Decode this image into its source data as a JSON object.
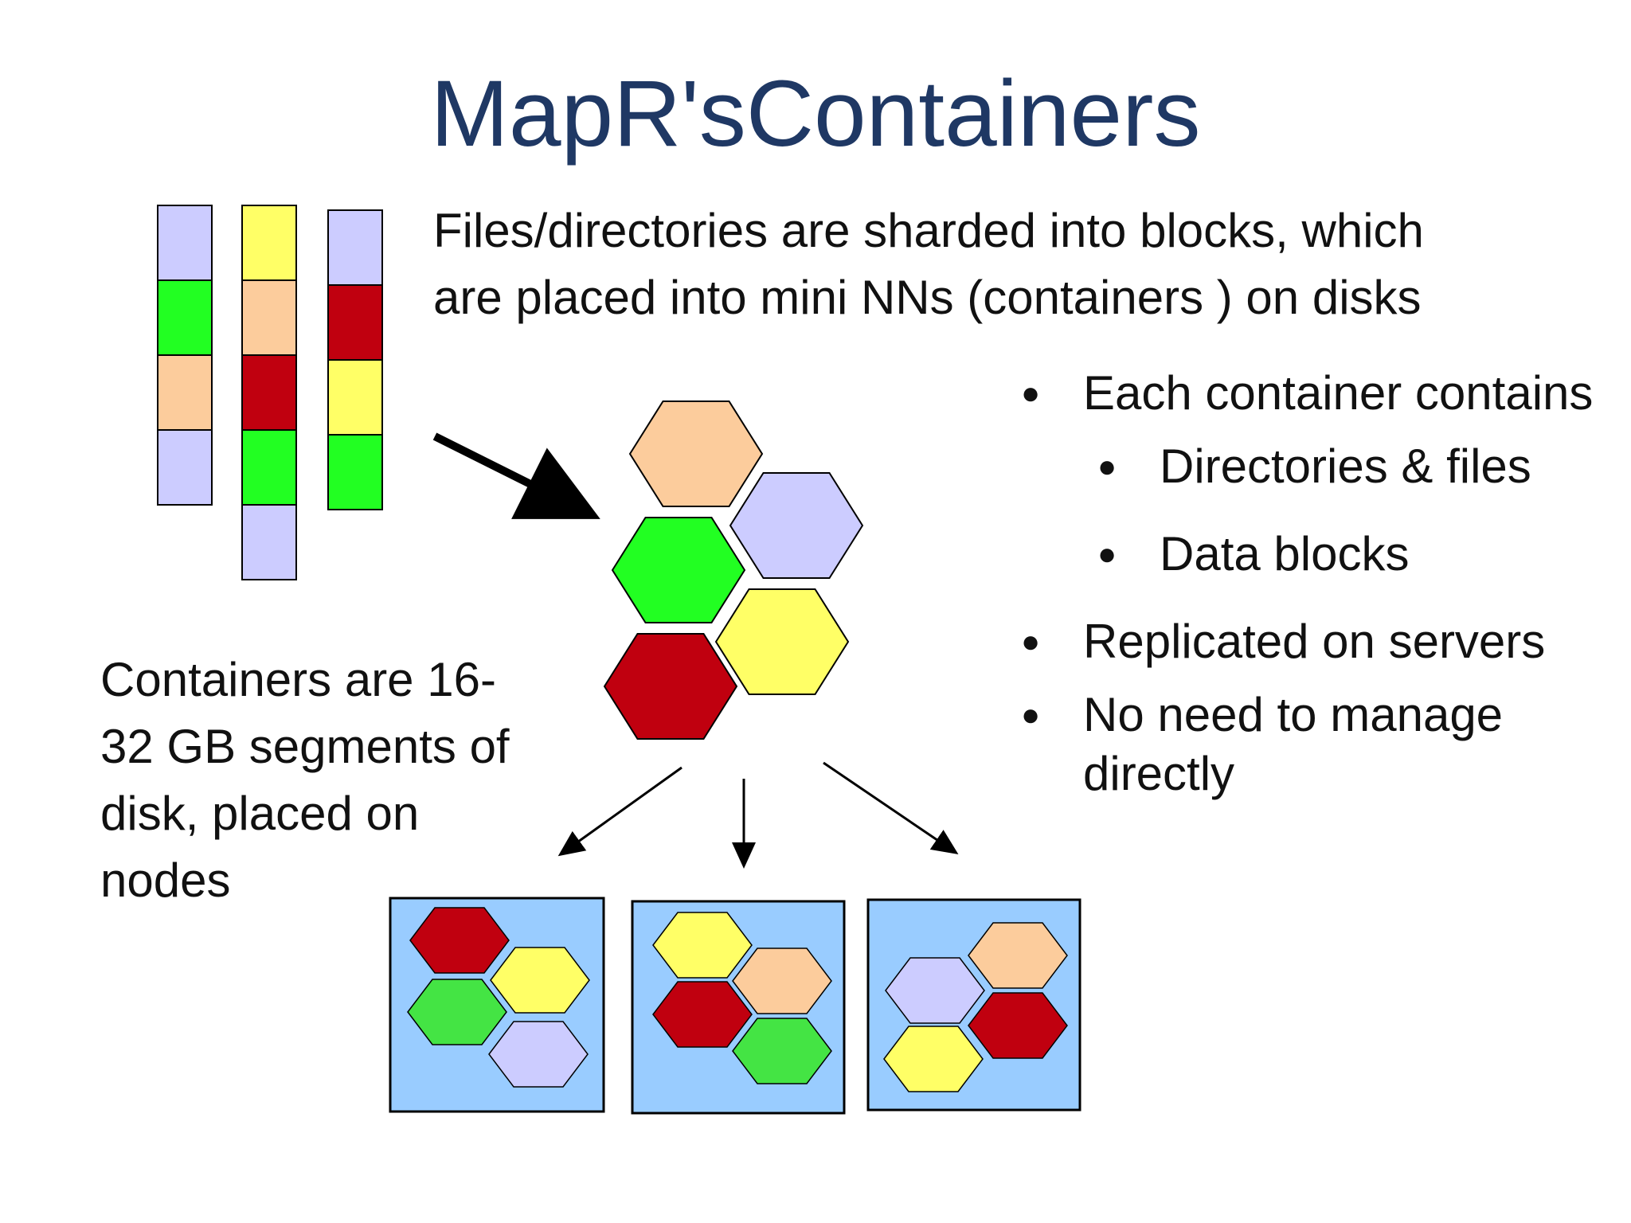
{
  "slide": {
    "title": "MapR'sContainers",
    "intro_lines": [
      "Files/directories are sharded into blocks, which",
      "are placed into mini NNs (containers ) on disks"
    ],
    "size_lines": [
      "Containers are 16-",
      "32 GB segments of",
      "disk, placed on",
      "nodes"
    ],
    "bullets": [
      {
        "text": "Each container contains"
      },
      {
        "text": "Directories & files"
      },
      {
        "text": "Data blocks"
      },
      {
        "text": "Replicated on servers"
      },
      {
        "text": "No need to manage"
      },
      {
        "text": "directly"
      }
    ]
  },
  "colors": {
    "title": "#1f3864",
    "lavender": "#ccccff",
    "green": "#22ff22",
    "node_green": "#44e444",
    "peach": "#fccc9c",
    "red": "#c0000f",
    "yellow": "#ffff66",
    "node_fill": "#99ccff"
  },
  "diagram": {
    "files": [
      [
        "lavender",
        "green",
        "peach",
        "lavender"
      ],
      [
        "yellow",
        "peach",
        "red",
        "green",
        "lavender"
      ],
      [
        "lavender",
        "red",
        "yellow",
        "green"
      ]
    ],
    "containers": [
      "peach",
      "lavender",
      "green",
      "yellow",
      "red"
    ],
    "nodes": [
      [
        "red",
        "yellow",
        "node_green",
        "lavender"
      ],
      [
        "yellow",
        "peach",
        "red",
        "node_green"
      ],
      [
        "peach",
        "lavender",
        "red",
        "yellow"
      ]
    ]
  }
}
